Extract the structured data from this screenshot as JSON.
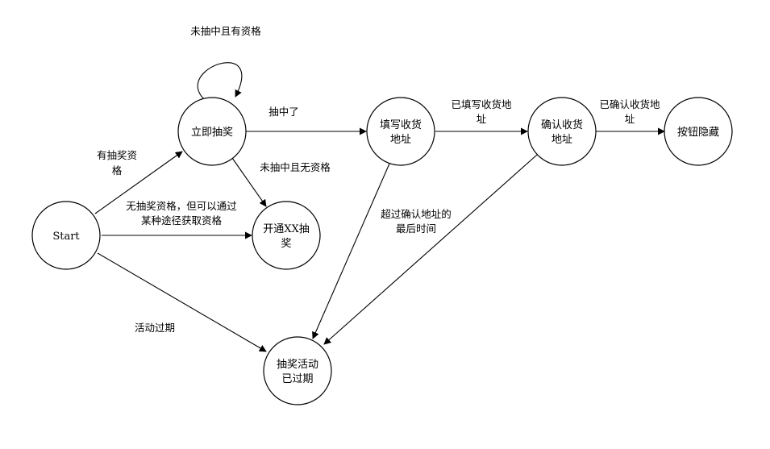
{
  "nodes": {
    "start": "Start",
    "draw_now": "立即抽奖",
    "fill_address": [
      "填写收货",
      "地址"
    ],
    "confirm_address": [
      "确认收货",
      "地址"
    ],
    "hide_button": "按钮隐藏",
    "open_xx": [
      "开通XX抽",
      "奖"
    ],
    "expired": [
      "抽奖活动",
      "已过期"
    ]
  },
  "edges": {
    "self_loop": "未抽中且有资格",
    "has_qualification": [
      "有抽奖资",
      "格"
    ],
    "won": "抽中了",
    "not_won_no_qual": "未抽中且无资格",
    "no_qual_other_way": [
      "无抽奖资格，但可以通过",
      "某种途径获取资格"
    ],
    "address_filled": [
      "已填写收货地",
      "址"
    ],
    "address_confirmed": [
      "已确认收货地",
      "址"
    ],
    "exceeded_time": [
      "超过确认地址的",
      "最后时间"
    ],
    "activity_expired": "活动过期"
  }
}
